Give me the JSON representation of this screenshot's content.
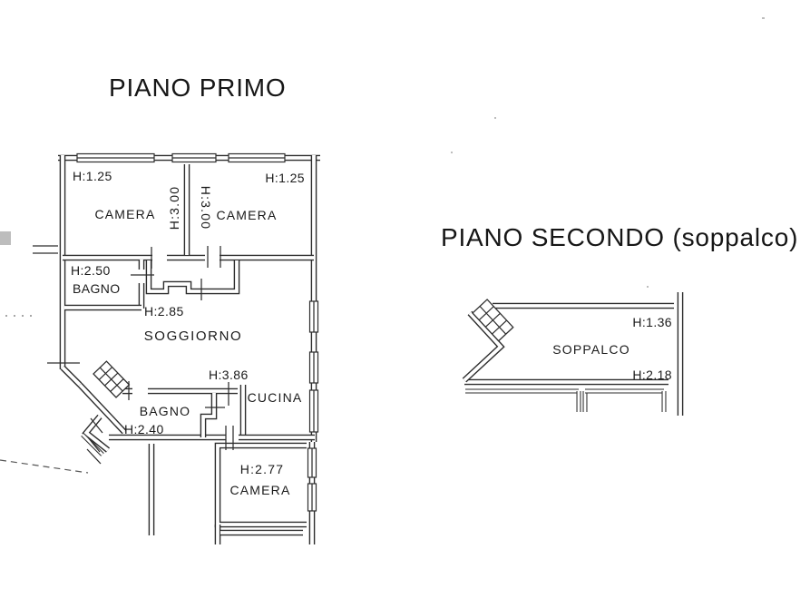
{
  "colors": {
    "paper": "#ffffff",
    "ink": "#2d2d2d",
    "text": "#1a1a1a"
  },
  "first_floor": {
    "title": "PIANO PRIMO",
    "camera_nw": {
      "name": "CAMERA",
      "height": "H:1.25"
    },
    "camera_ne": {
      "name": "CAMERA",
      "height": "H:1.25"
    },
    "dividing_wall": {
      "height_left": "H:3.00",
      "height_right": "H:3.00"
    },
    "bagno_nw": {
      "name": "BAGNO",
      "height": "H:2.50"
    },
    "soggiorno": {
      "name": "SOGGIORNO",
      "h_2_85": "H:2.85",
      "h_3_86": "H:3.86"
    },
    "cucina": {
      "name": "CUCINA"
    },
    "bagno_sw": {
      "name": "BAGNO",
      "height": "H:2.40"
    },
    "camera_s": {
      "name": "CAMERA",
      "height": "H:2.77"
    }
  },
  "second_floor": {
    "title": "PIANO SECONDO (soppalco)",
    "soppalco": {
      "name": "SOPPALCO",
      "height_min": "H:1.36",
      "height_max": "H:2.18"
    }
  }
}
